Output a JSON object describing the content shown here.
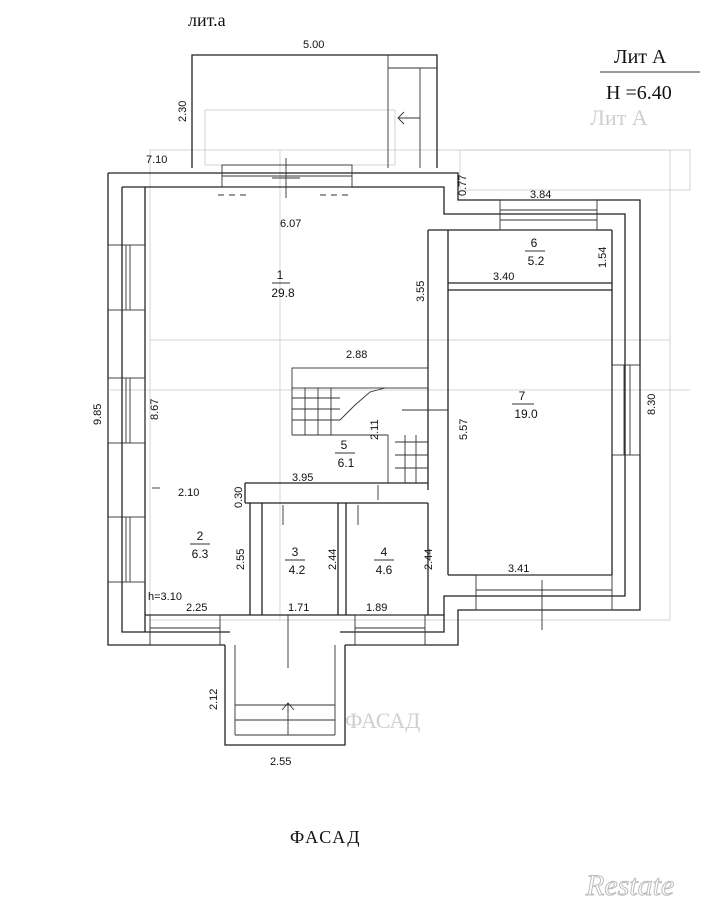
{
  "header": {
    "lit_a_small": "лит.а",
    "lit_title": "Лит  А",
    "height": "H =6.40"
  },
  "dims": {
    "d_500": "5.00",
    "d_230": "2.30",
    "d_710": "7.10",
    "d_077": "0.77",
    "d_384": "3.84",
    "d_607": "6.07",
    "d_154": "1.54",
    "d_340": "3.40",
    "d_355": "3.55",
    "d_288": "2.88",
    "d_985": "9.85",
    "d_867": "8.67",
    "d_211": "2.11",
    "d_557": "5.57",
    "d_830": "8.30",
    "d_210": "2.10",
    "d_030": "0.30",
    "d_395": "3.95",
    "d_255a": "2.55",
    "d_244a": "2.44",
    "d_244b": "2.44",
    "d_341": "3.41",
    "d_h310": "h=3.10",
    "d_225": "2.25",
    "d_171": "1.71",
    "d_189": "1.89",
    "d_212": "2.12",
    "d_255b": "2.55"
  },
  "rooms": [
    {
      "num": "1",
      "area": "29.8"
    },
    {
      "num": "6",
      "area": "5.2"
    },
    {
      "num": "7",
      "area": "19.0"
    },
    {
      "num": "5",
      "area": "6.1"
    },
    {
      "num": "2",
      "area": "6.3"
    },
    {
      "num": "3",
      "area": "4.2"
    },
    {
      "num": "4",
      "area": "4.6"
    }
  ],
  "footer": {
    "facade": "ФАСАД",
    "ghost_facade": "ФАСАД",
    "ghost_lit": "Лит  А",
    "watermark": "Restate"
  }
}
